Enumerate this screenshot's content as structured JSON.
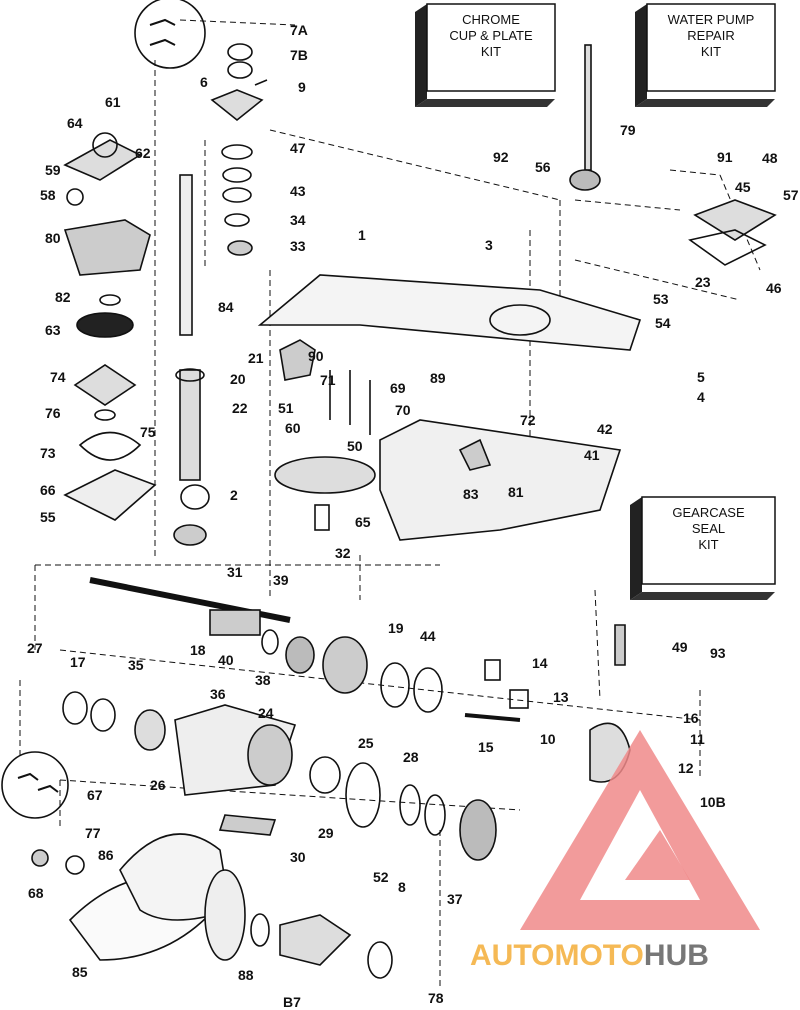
{
  "kits": {
    "chrome": [
      "CHROME",
      "CUP & PLATE",
      "KIT"
    ],
    "water_pump": [
      "WATER PUMP",
      "REPAIR",
      "KIT"
    ],
    "gearcase_seal": [
      "GEARCASE",
      "SEAL",
      "KIT"
    ]
  },
  "watermark": {
    "part1": "AUTOMOTO",
    "part2": "HUB",
    "color1": "#f5b955",
    "color2": "#777777",
    "triangle_color": "#f08a8a"
  },
  "part_labels": [
    "7A",
    "7B",
    "9",
    "6",
    "61",
    "64",
    "62",
    "59",
    "58",
    "80",
    "82",
    "63",
    "74",
    "76",
    "73",
    "75",
    "66",
    "55",
    "47",
    "43",
    "34",
    "33",
    "84",
    "21",
    "20",
    "22",
    "2",
    "31",
    "32",
    "1",
    "3",
    "92",
    "79",
    "56",
    "91",
    "48",
    "57",
    "45",
    "23",
    "46",
    "53",
    "54",
    "5",
    "4",
    "90",
    "71",
    "69",
    "89",
    "51",
    "50",
    "70",
    "72",
    "42",
    "41",
    "60",
    "65",
    "81",
    "83",
    "39",
    "18",
    "40",
    "38",
    "19",
    "44",
    "14",
    "13",
    "15",
    "17",
    "35",
    "36",
    "27",
    "26",
    "24",
    "25",
    "28",
    "16",
    "11",
    "12",
    "10",
    "10B",
    "67",
    "77",
    "86",
    "29",
    "30",
    "52",
    "8",
    "37",
    "68",
    "85",
    "88",
    "B7",
    "78",
    "49",
    "93"
  ]
}
